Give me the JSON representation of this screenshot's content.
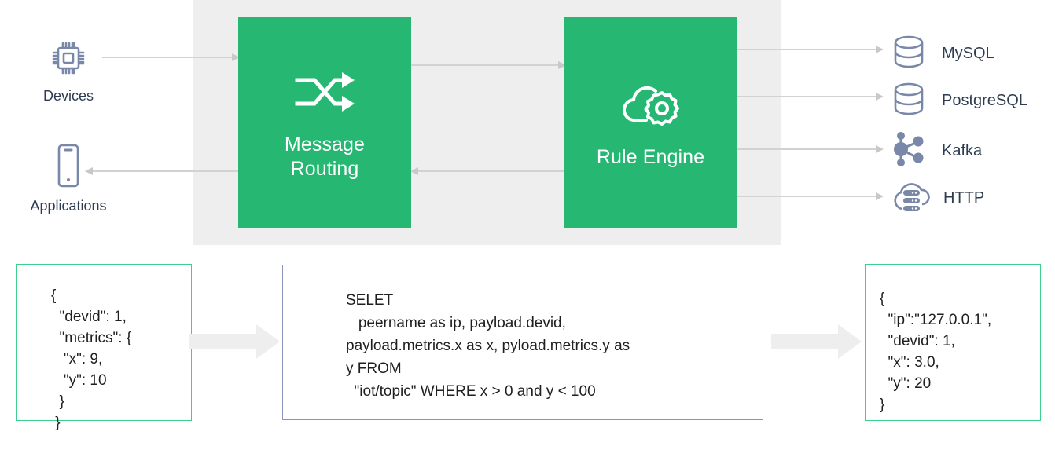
{
  "colors": {
    "green_block": "#26b873",
    "panel_grey": "#eeeeee",
    "node_icon": "#7987a8",
    "text_dark": "#2e3c4f",
    "border_green": "#3ecf8e",
    "border_blue": "#8a94b8",
    "arrow_grey": "#d2d2d2"
  },
  "blocks": [
    {
      "id": "message-routing",
      "label": "Message\nRouting",
      "icon": "shuffle-arrows-icon"
    },
    {
      "id": "rule-engine",
      "label": "Rule Engine",
      "icon": "cloud-gear-icon"
    }
  ],
  "block_labels": {
    "message_routing_line1": "Message",
    "message_routing_line2": "Routing",
    "rule_engine": "Rule Engine"
  },
  "sources": [
    {
      "id": "devices",
      "label": "Devices",
      "icon": "chip-icon"
    },
    {
      "id": "applications",
      "label": "Applications",
      "icon": "mobile-phone-icon"
    }
  ],
  "sinks": [
    {
      "id": "mysql",
      "label": "MySQL",
      "icon": "database-icon"
    },
    {
      "id": "postgresql",
      "label": "PostgreSQL",
      "icon": "database-icon"
    },
    {
      "id": "kafka",
      "label": "Kafka",
      "icon": "node-graph-icon"
    },
    {
      "id": "http",
      "label": "HTTP",
      "icon": "cloud-server-icon"
    }
  ],
  "panels": {
    "input": {
      "title": "input-payload",
      "code": "{\n  \"devid\": 1,\n  \"metrics\": {\n   \"x\": 9,\n   \"y\": 10\n  }\n }"
    },
    "sql": {
      "title": "sql-rule",
      "code": "SELET\n   peername as ip, payload.devid,\npayload.metrics.x as x, pyload.metrics.y as\ny FROM\n  \"iot/topic\" WHERE x > 0 and y < 100"
    },
    "output": {
      "title": "output-payload",
      "code": "{\n  \"ip\":\"127.0.0.1\",\n  \"devid\": 1,\n  \"x\": 3.0,\n  \"y\": 20\n}"
    }
  }
}
